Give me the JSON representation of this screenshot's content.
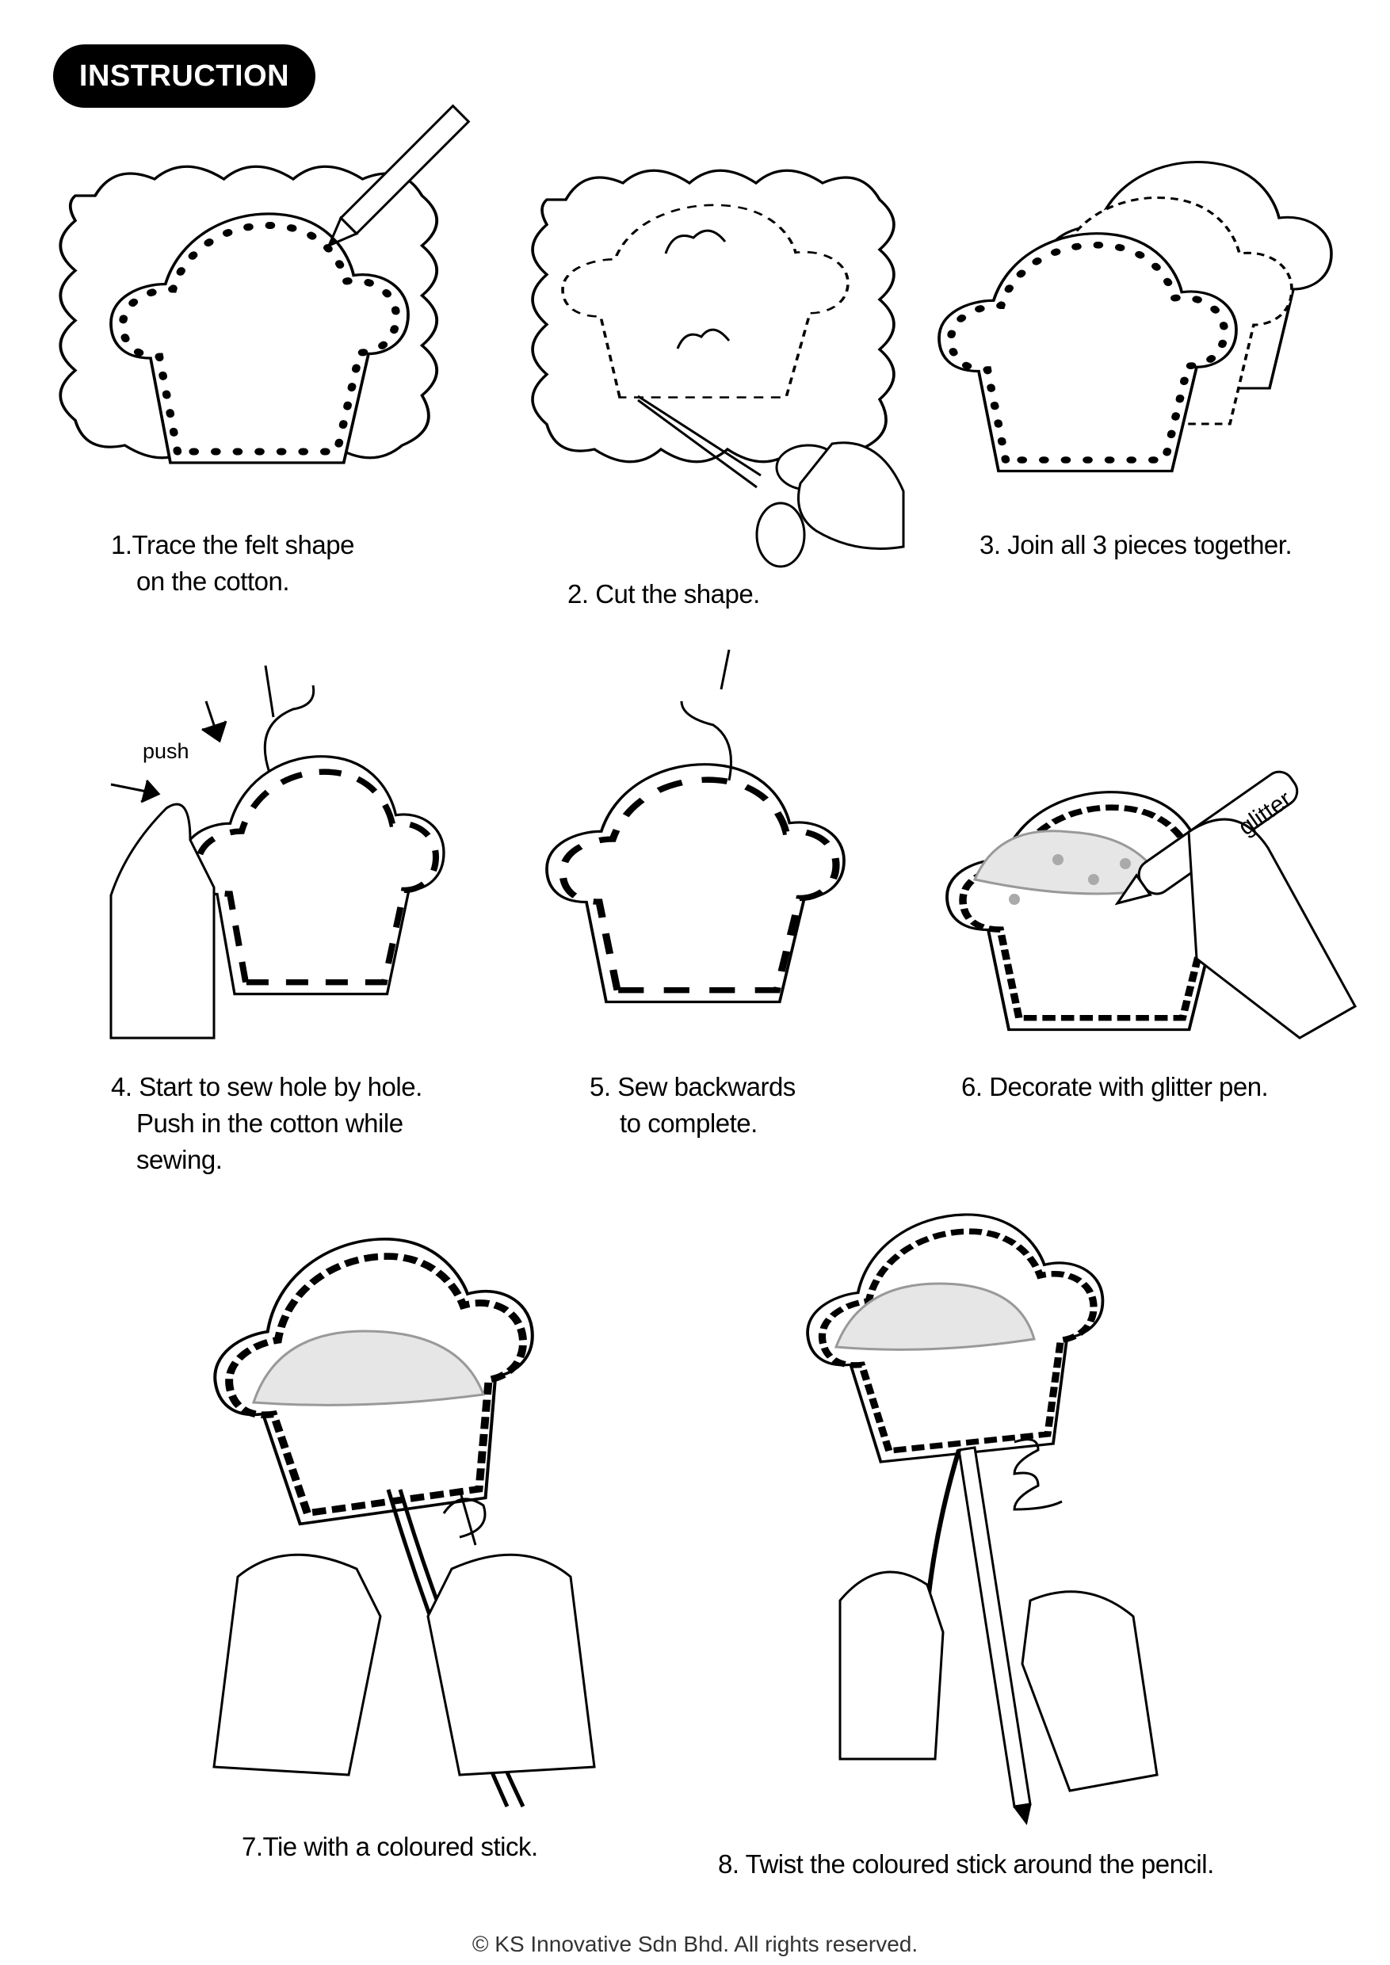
{
  "header": {
    "title": "INSTRUCTION"
  },
  "steps": [
    {
      "number": "1.",
      "lines": [
        "Trace the felt shape",
        "on the cotton."
      ]
    },
    {
      "number": "2.",
      "lines": [
        "Cut the shape."
      ]
    },
    {
      "number": "3.",
      "lines": [
        "Join all 3 pieces together."
      ]
    },
    {
      "number": "4.",
      "lines": [
        "Start to sew hole by hole.",
        "Push in the cotton while",
        "sewing."
      ]
    },
    {
      "number": "5.",
      "lines": [
        "Sew backwards",
        "to complete."
      ]
    },
    {
      "number": "6.",
      "lines": [
        "Decorate with glitter pen."
      ]
    },
    {
      "number": "7.",
      "lines": [
        "Tie with a coloured stick."
      ]
    },
    {
      "number": "8.",
      "lines": [
        "Twist the coloured stick around the pencil."
      ]
    }
  ],
  "illustration_labels": {
    "push": "push",
    "glitter": "glitter"
  },
  "footer": {
    "copyright": "© KS Innovative Sdn Bhd.  All rights reserved."
  }
}
